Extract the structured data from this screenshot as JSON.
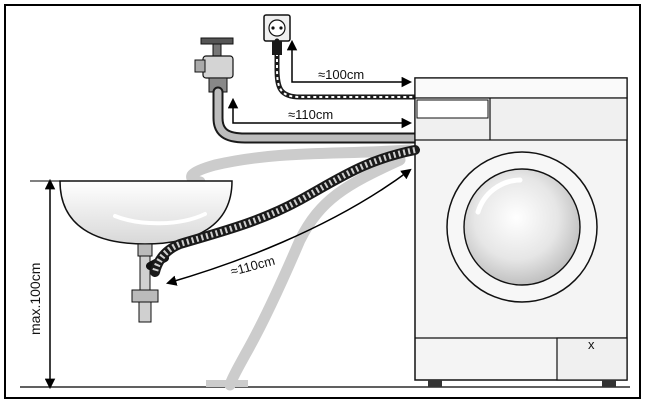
{
  "diagram": {
    "labels": {
      "power_cable_length": "≈100cm",
      "inlet_hose_length": "≈110cm",
      "drain_hose_length": "≈110cm",
      "max_height": "max.100cm",
      "foot_mark": "x"
    },
    "colors": {
      "outline": "#1a1a1a",
      "panel_border": "#000000",
      "machine_fill": "#f4f4f4",
      "drum_fill": "#eeeeee",
      "hose_light": "#cfcfcf",
      "hose_dark": "#3a3a3a",
      "arrow": "#000000"
    }
  }
}
